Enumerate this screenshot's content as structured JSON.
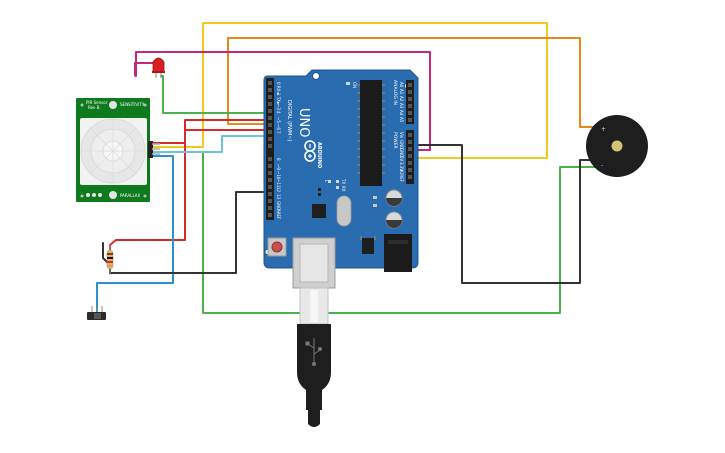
{
  "board": {
    "model": "UNO",
    "brand": "ARDUINO",
    "digital_label": "DIGITAL (PWM~)",
    "power_label": "POWER",
    "analog_label": "ANALOG IN",
    "on_label": "ON",
    "tx_label": "TX",
    "rx_label": "RX",
    "l_label": "L",
    "digital_pins": [
      "0 RX◄",
      "1 TX►",
      "~3",
      "4",
      "~5",
      "~6",
      "7",
      "8",
      "~9",
      "~10",
      "~11",
      "12",
      "13",
      "GND",
      "AREF"
    ],
    "power_pins": [
      "Vin",
      "GND",
      "GND",
      "5V",
      "3.3V",
      "IOREF"
    ],
    "analog_pins": [
      "A0",
      "A1",
      "A2",
      "A3",
      "A4",
      "A5"
    ]
  },
  "pir": {
    "line1": "PIR Sensor",
    "line2": "Rev B",
    "label_right": "SENSITIVITY",
    "label_bottom": "PARALLAX"
  },
  "buzzer": {
    "plus": "+",
    "minus": "-"
  },
  "colors": {
    "board": "#2a6cb0",
    "pir_board": "#0d7a1e",
    "wire_yellow": "#f2c81f",
    "wire_orange": "#e8881c",
    "wire_magenta": "#c4267a",
    "wire_green": "#4cb04c",
    "wire_red": "#d62a2a",
    "wire_cyan": "#6cc5d0",
    "wire_blue": "#2a92c8",
    "wire_black": "#333333"
  }
}
